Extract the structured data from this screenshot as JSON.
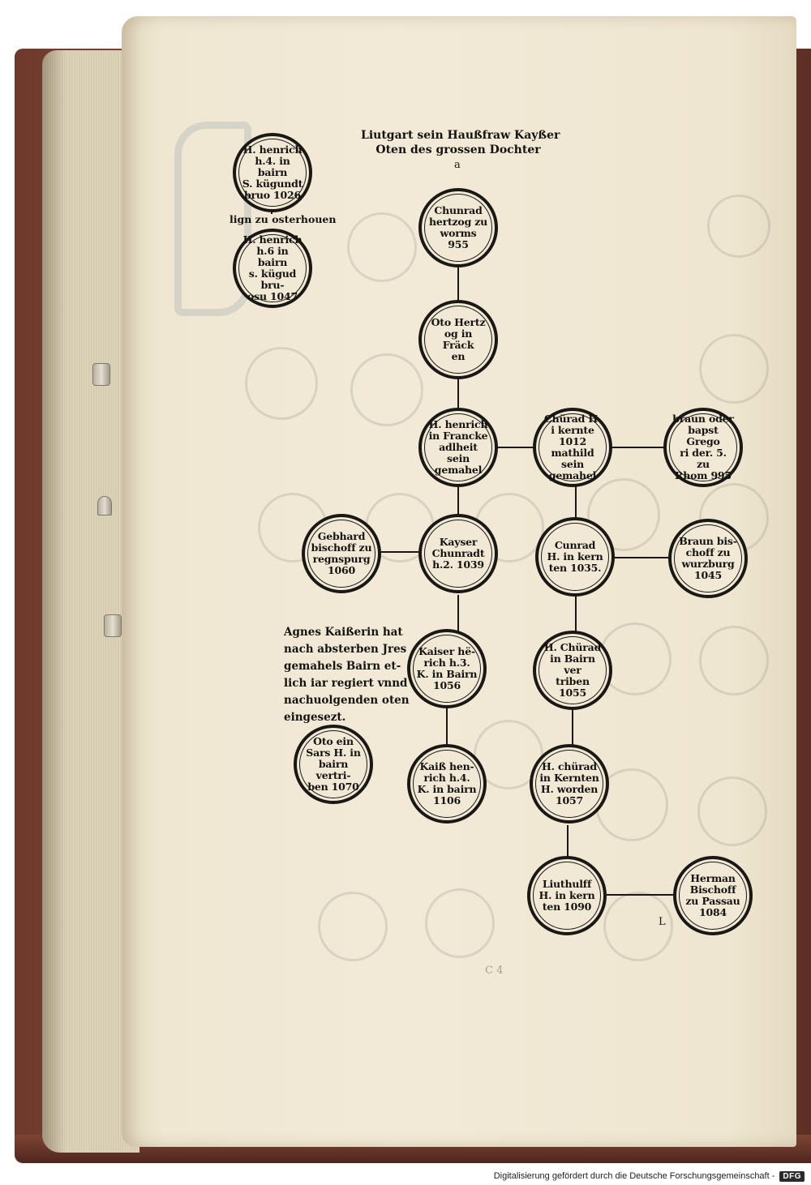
{
  "header": {
    "line1": "Liutgart sein Haußfraw Kayßer",
    "line2": "Oten des grossen Dochter"
  },
  "left_note": "lign zu osterhouen",
  "agnes_note": [
    "Agnes Kaißerin hat",
    "nach absterben Jres",
    "gemahels Bairn et-",
    "lich iar regiert vnnd",
    "nachuolgenden oten",
    "eingesezt."
  ],
  "medallions": [
    {
      "id": "henrich-4",
      "text": "H. henrich\nh.4. in bairn\nS. kügundt\nbruo 1026"
    },
    {
      "id": "henrich-6",
      "text": "H. henrich\nh.6 in bairn\ns. kügud bru-\nosu 1047"
    },
    {
      "id": "chunrad-worms",
      "text": "Chunrad\nhertzog zu\nworms\n955"
    },
    {
      "id": "oto-francken",
      "text": "Oto Hertz\nog in Fräck\nen"
    },
    {
      "id": "henrich-francken",
      "text": "H. henrich\nin Francke\nadlheit sein\ngemahel"
    },
    {
      "id": "chunrad-kernten-1012",
      "text": "Chürad H.\ni kernte 1012\nmathild sein\ngemahel"
    },
    {
      "id": "brun-gregor",
      "text": "braun oder\nbapst Grego\nri der. 5. zu\nRhom 995"
    },
    {
      "id": "gebhard",
      "text": "Gebhard\nbischoff zu\nregnspurg\n1060"
    },
    {
      "id": "kayser-chunradt",
      "text": "Kayser\nChunradt\nh.2. 1039"
    },
    {
      "id": "cunrad-kernten-1035",
      "text": "Cunrad\nH. in kern\nten 1035."
    },
    {
      "id": "braun-wurzburg",
      "text": "Braun bis-\nchoff zu\nwurzburg\n1045"
    },
    {
      "id": "kaiser-henrich-3",
      "text": "Kaiser hë-\nrich h.3.\nK. in Bairn\n1056"
    },
    {
      "id": "chunrad-bairn-1055",
      "text": "H. Chürad\nin Bairn ver\ntriben 1055"
    },
    {
      "id": "oto-sars",
      "text": "Oto ein\nSars H. in\nbairn vertri-\nben 1070"
    },
    {
      "id": "kaiser-henrich-4",
      "text": "Kaiß hen-\nrich h.4.\nK. in bairn\n1106"
    },
    {
      "id": "chunrad-kernten-1057",
      "text": "H. chürad\nin Kernten\nH. worden\n1057"
    },
    {
      "id": "liuthulff",
      "text": "Liuthulff\nH. in kern\nten 1090"
    },
    {
      "id": "herman-passau",
      "text": "Herman\nBischoff\nzu Passau\n1084"
    }
  ],
  "marks": {
    "small_a": "a",
    "signature_mark": "C 4",
    "tiny_mark": "L"
  },
  "footer": {
    "text": "Digitalisierung gefördert durch die Deutsche Forschungsgemeinschaft -",
    "logo": "DFG"
  }
}
